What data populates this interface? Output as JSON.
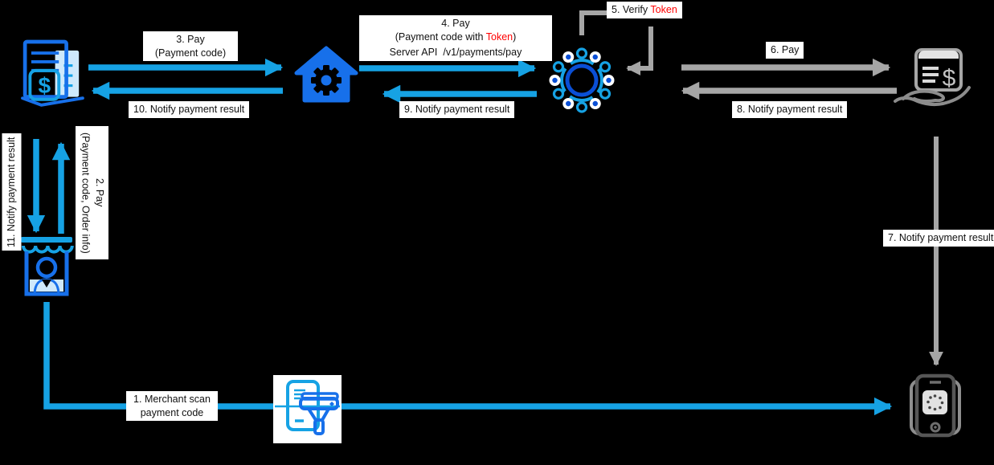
{
  "colors": {
    "background": "#000000",
    "arrow_blue": "#16A2E4",
    "icon_blue": "#1770EA",
    "deep_blue": "#0A4FD6",
    "light_blue_fill": "#CFE9FB",
    "arrow_gray": "#A6A6A6",
    "icon_gray": "#8C8C8C",
    "dark_gray": "#595959",
    "red": "#FF0000",
    "label_bg": "#FFFFFF",
    "label_text": "#111111"
  },
  "labels": {
    "step1": {
      "line1": "1. Merchant scan",
      "line2": "payment code"
    },
    "step2": {
      "line1": "2. Pay",
      "line2": "(Payment code, Order info)"
    },
    "step3": {
      "line1": "3. Pay",
      "line2": "(Payment code)"
    },
    "step4": {
      "line1": "4. Pay",
      "line2_pre": "(Payment code with ",
      "line2_token": "Token",
      "line2_post": ")",
      "line3": "Server API  /v1/payments/pay"
    },
    "step5": {
      "pre": "5. Verify ",
      "token": "Token"
    },
    "step6": "6. Pay",
    "step7": "7. Notify payment result",
    "step8": "8. Notify payment result",
    "step9": "9. Notify payment result",
    "step10": "10. Notify payment result",
    "step11": "11. Notify payment result"
  },
  "icons": {
    "billing_currency_symbol": "$",
    "payment_currency_symbol": "$"
  }
}
